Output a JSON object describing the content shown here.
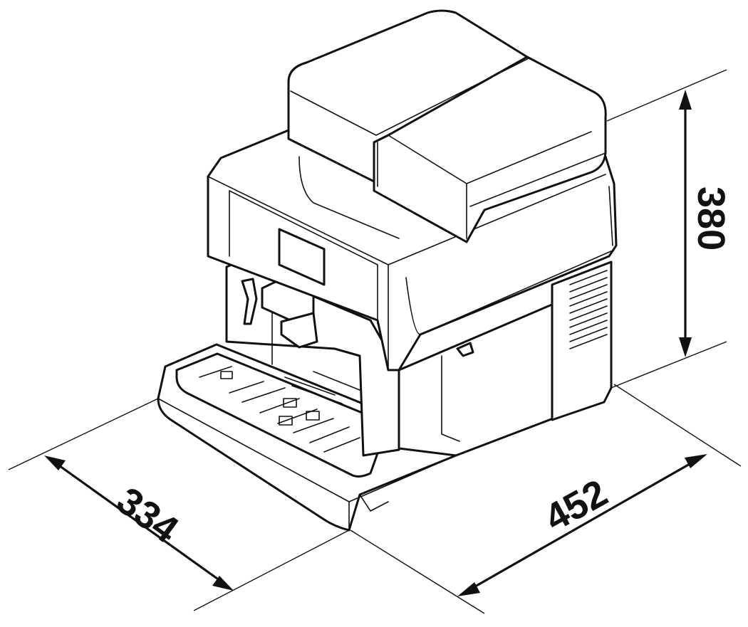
{
  "dimensions": {
    "depth": "334",
    "width": "452",
    "height": "380"
  }
}
